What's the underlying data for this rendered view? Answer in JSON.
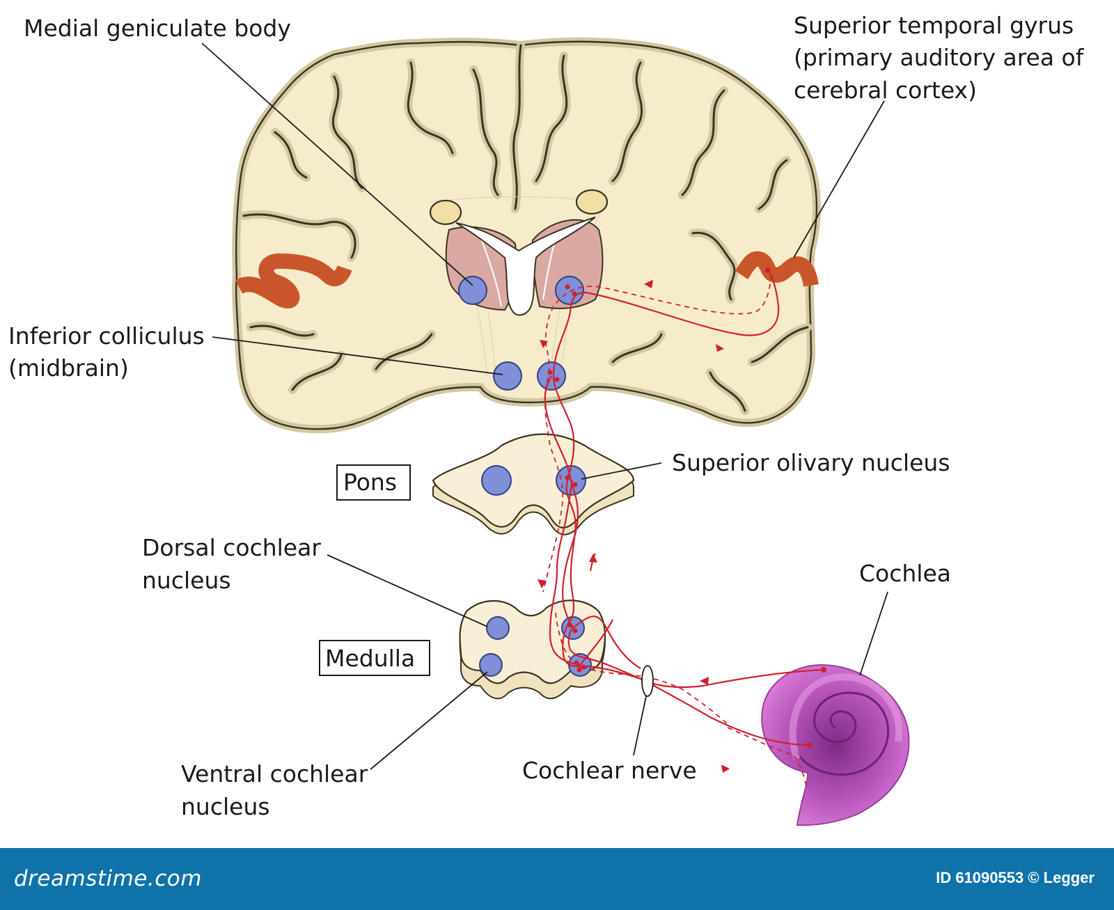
{
  "labels": {
    "medial_geniculate": "Medial geniculate body",
    "stg_line1": "Superior temporal gyrus",
    "stg_line2": "(primary auditory area of",
    "stg_line3": "cerebral cortex)",
    "inferior_colliculus_line1": "Inferior colliculus",
    "inferior_colliculus_line2": "(midbrain)",
    "pons": "Pons",
    "superior_olivary": "Superior olivary nucleus",
    "dorsal_cochlear_line1": "Dorsal cochlear",
    "dorsal_cochlear_line2": "nucleus",
    "medulla": "Medulla",
    "cochlea": "Cochlea",
    "ventral_cochlear_line1": "Ventral cochlear",
    "ventral_cochlear_line2": "nucleus",
    "cochlear_nerve": "Cochlear nerve"
  },
  "footer": {
    "brand": "dreamstime.com",
    "image_id": "ID 61090553 © Legger"
  },
  "colors": {
    "brain_fill": "#f6ebcb",
    "nucleus": "#7f8fd8",
    "pathway": "#d0202c",
    "auditory_cortex": "#c9562b",
    "cochlea": "#c45cc4",
    "footer_bg": "#0f73aa"
  }
}
